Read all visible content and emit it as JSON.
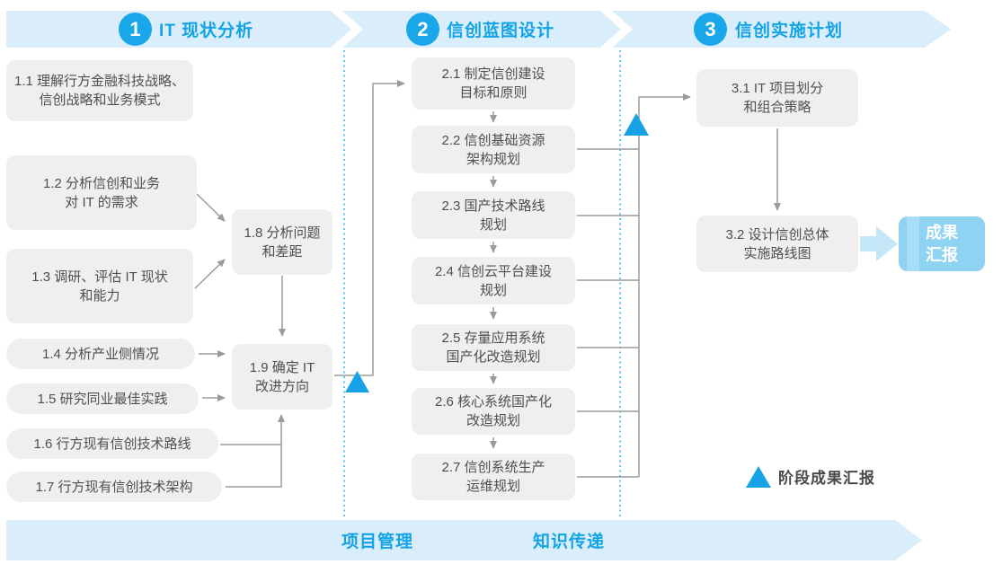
{
  "header": {
    "phases": [
      {
        "number": "1",
        "title": "IT 现状分析"
      },
      {
        "number": "2",
        "title": "信创蓝图设计"
      },
      {
        "number": "3",
        "title": "信创实施计划"
      }
    ]
  },
  "phase1": {
    "boxes": [
      {
        "id": "1.1",
        "text": "1.1 理解行方金融科技战略、\n信创战略和业务模式"
      },
      {
        "id": "1.2",
        "text": "1.2 分析信创和业务\n对 IT 的需求"
      },
      {
        "id": "1.3",
        "text": "1.3 调研、评估 IT 现状\n和能力"
      },
      {
        "id": "1.4",
        "text": "1.4 分析产业侧情况"
      },
      {
        "id": "1.5",
        "text": "1.5 研究同业最佳实践"
      },
      {
        "id": "1.6",
        "text": "1.6 行方现有信创技术路线"
      },
      {
        "id": "1.7",
        "text": "1.7 行方现有信创技术架构"
      },
      {
        "id": "1.8",
        "text": "1.8 分析问题\n和差距"
      },
      {
        "id": "1.9",
        "text": "1.9 确定 IT\n改进方向"
      }
    ]
  },
  "phase2": {
    "boxes": [
      {
        "id": "2.1",
        "text": "2.1 制定信创建设\n目标和原则"
      },
      {
        "id": "2.2",
        "text": "2.2 信创基础资源\n架构规划"
      },
      {
        "id": "2.3",
        "text": "2.3 国产技术路线\n规划"
      },
      {
        "id": "2.4",
        "text": "2.4 信创云平台建设\n规划"
      },
      {
        "id": "2.5",
        "text": "2.5 存量应用系统\n国产化改造规划"
      },
      {
        "id": "2.6",
        "text": "2.6 核心系统国产化\n改造规划"
      },
      {
        "id": "2.7",
        "text": "2.7 信创系统生产\n运维规划"
      }
    ]
  },
  "phase3": {
    "boxes": [
      {
        "id": "3.1",
        "text": "3.1 IT 项目划分\n和组合策略"
      },
      {
        "id": "3.2",
        "text": "3.2 设计信创总体\n实施路线图"
      }
    ],
    "output_box": {
      "text": "成果\n汇报"
    }
  },
  "legend": {
    "label": "阶段成果汇报"
  },
  "footer": {
    "items": [
      {
        "label": "项目管理"
      },
      {
        "label": "知识传递"
      }
    ]
  },
  "colors": {
    "accent_blue": "#18A2E6",
    "band_blue": "#D9EEFA",
    "box_gray": "#EFEFEF",
    "line_gray": "#9B9B9B",
    "dotted_blue": "#2FA8DF",
    "report_blue": "#8FD3F2",
    "report_strip_blue": "#A9DEF6",
    "report_arrow_blue": "#C4E7F8",
    "text_gray": "#4F4F4F"
  }
}
